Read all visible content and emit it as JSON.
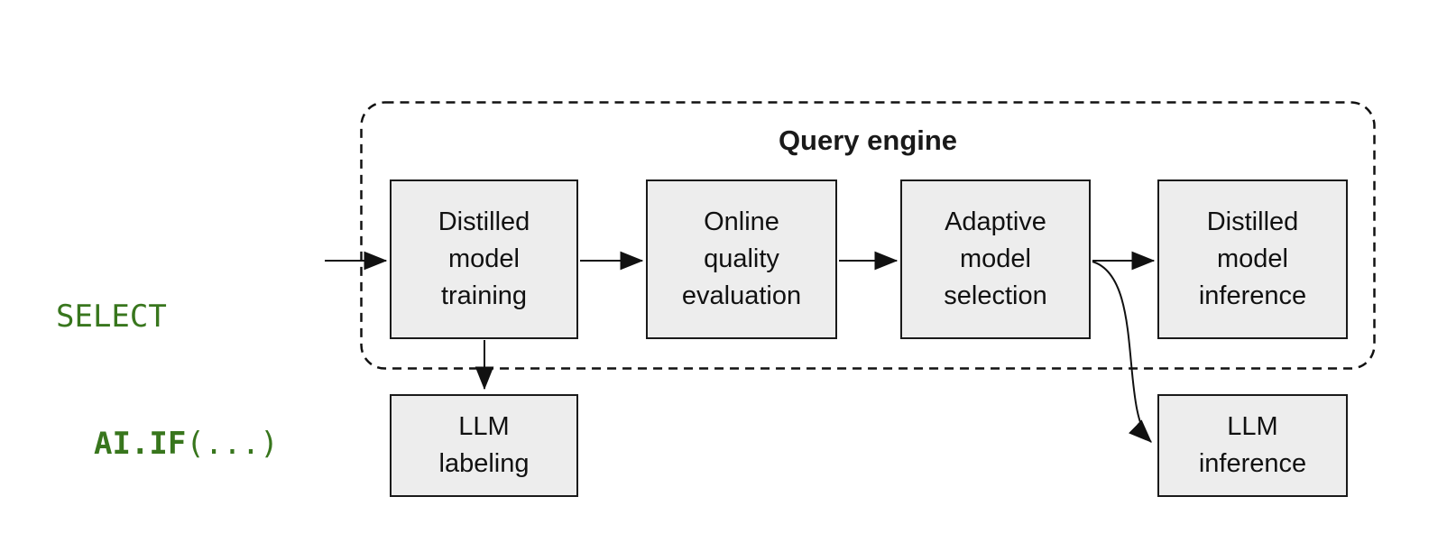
{
  "query_code": {
    "line1": "SELECT",
    "line2_function": "AI.IF",
    "line2_args": "(...)"
  },
  "container": {
    "title": "Query engine"
  },
  "pipeline_boxes": [
    {
      "id": "distilled-model-training",
      "label": "Distilled\nmodel\ntraining"
    },
    {
      "id": "online-quality-evaluation",
      "label": "Online\nquality\nevaluation"
    },
    {
      "id": "adaptive-model-selection",
      "label": "Adaptive\nmodel\nselection"
    },
    {
      "id": "distilled-model-inference",
      "label": "Distilled\nmodel\ninference"
    }
  ],
  "external_boxes": [
    {
      "id": "llm-labeling",
      "label": "LLM\nlabeling"
    },
    {
      "id": "llm-inference",
      "label": "LLM\ninference"
    }
  ],
  "edges": [
    {
      "from": "query",
      "to": "distilled-model-training"
    },
    {
      "from": "distilled-model-training",
      "to": "online-quality-evaluation"
    },
    {
      "from": "online-quality-evaluation",
      "to": "adaptive-model-selection"
    },
    {
      "from": "adaptive-model-selection",
      "to": "distilled-model-inference"
    },
    {
      "from": "distilled-model-training",
      "to": "llm-labeling"
    },
    {
      "from": "adaptive-model-selection",
      "to": "llm-inference"
    }
  ],
  "colors": {
    "code_green": "#38761d",
    "box_fill": "#ededed",
    "box_border": "#1a1a1a",
    "arrow": "#111111"
  }
}
